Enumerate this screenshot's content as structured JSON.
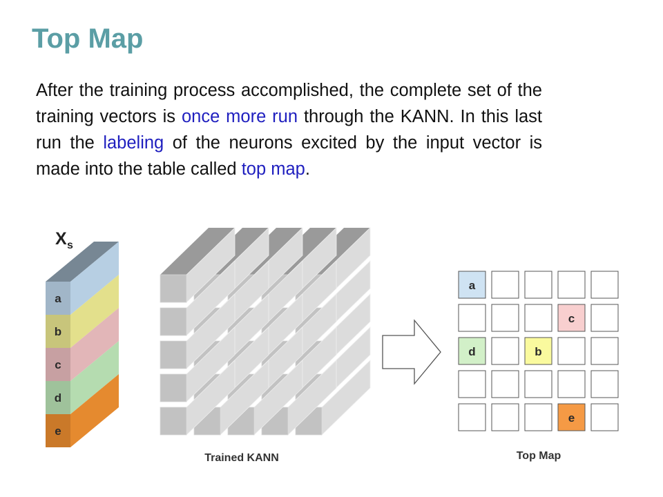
{
  "title": "Top Map",
  "paragraph": {
    "p1": "After the training process accomplished, the complete set of the training vectors is ",
    "h1": "once more run",
    "p2": " through the KANN. In this last run the ",
    "h2": "labeling",
    "p3": " of the neurons excited by the input vector is made into the table called ",
    "h3": "top map",
    "p4": "."
  },
  "colors": {
    "title": "#5b9ea5",
    "highlight": "#1f1fbf",
    "vector_a": "#b7cfe3",
    "vector_b": "#e3e08c",
    "vector_c": "#e2b6b8",
    "vector_d": "#b5dcb0",
    "vector_e": "#e58a2f",
    "map_a": "#cfe3f3",
    "map_b": "#fafa9e",
    "map_c": "#f8cfcf",
    "map_d": "#d2f0c8",
    "map_e": "#f59a45"
  },
  "input_vector": {
    "label_main": "X",
    "label_sub": "s",
    "items": [
      "a",
      "b",
      "c",
      "d",
      "e"
    ]
  },
  "kann": {
    "caption": "Trained KANN",
    "rows": 5,
    "cols": 5
  },
  "top_map": {
    "caption": "Top Map",
    "rows": 5,
    "cols": 5,
    "cells": [
      [
        "a",
        "",
        "",
        "",
        ""
      ],
      [
        "",
        "",
        "",
        "c",
        ""
      ],
      [
        "d",
        "",
        "b",
        "",
        ""
      ],
      [
        "",
        "",
        "",
        "",
        ""
      ],
      [
        "",
        "",
        "",
        "e",
        ""
      ]
    ]
  }
}
